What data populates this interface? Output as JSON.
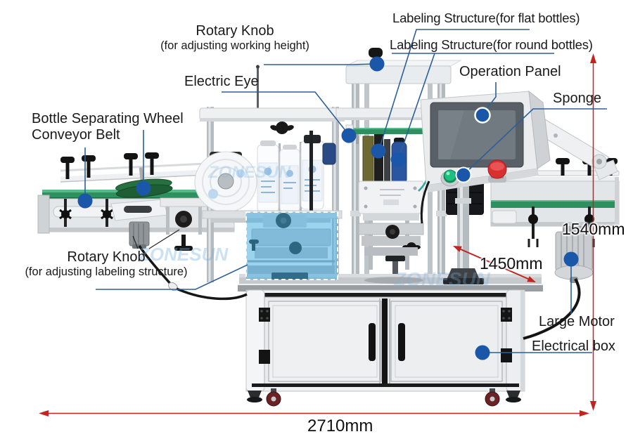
{
  "watermark": "ZONESUN",
  "annotations": {
    "rotary_knob_top": {
      "title": "Rotary Knob",
      "subtitle": "(for adjusting working height)"
    },
    "labeling_flat": {
      "label": "Labeling Structure(for flat bottles)"
    },
    "labeling_round": {
      "label": "Labeling Structure(for round bottles)"
    },
    "electric_eye": {
      "label": "Electric Eye"
    },
    "operation_panel": {
      "label": "Operation Panel"
    },
    "sponge": {
      "label": "Sponge"
    },
    "bottle_separating_wheel": {
      "label": "Bottle Separating Wheel"
    },
    "conveyor_belt": {
      "label": "Conveyor Belt"
    },
    "rotary_knob_bottom": {
      "title": "Rotary Knob",
      "subtitle": "(for adjusting labeling structure)"
    },
    "large_motor": {
      "label": "Large Motor"
    },
    "electrical_box": {
      "label": "Electrical box"
    }
  },
  "dimensions": {
    "height": "1540mm",
    "depth": "1450mm",
    "width": "2710mm"
  },
  "colors": {
    "leader_line": "#2e5f96",
    "marker_dot": "#1b57a8",
    "dimension_red": "#c42420",
    "highlight_cyan": "#40aae1",
    "belt_green": "#2e8f5f",
    "button_green": "#1fc07f",
    "button_red": "#d92f2f",
    "text": "#1a1a1a"
  }
}
